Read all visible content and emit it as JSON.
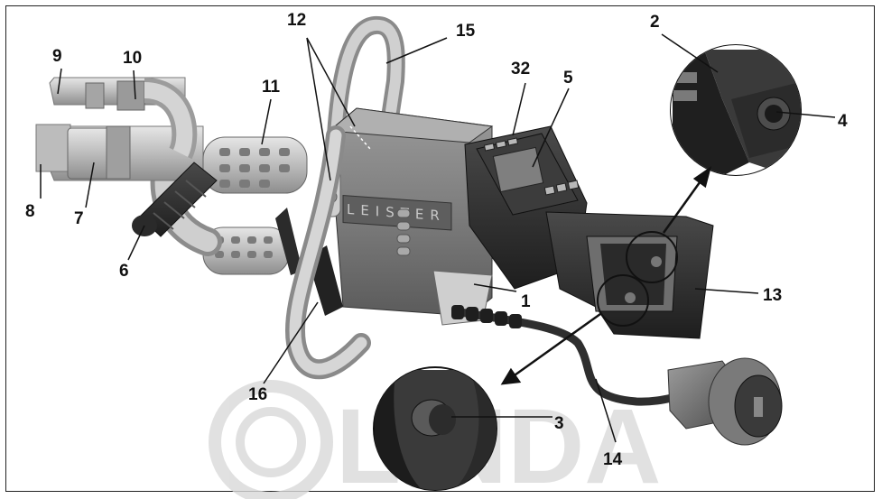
{
  "figure": {
    "callouts": [
      "1",
      "2",
      "3",
      "4",
      "5",
      "6",
      "7",
      "8",
      "9",
      "10",
      "11",
      "12",
      "13",
      "14",
      "15",
      "16",
      "32"
    ],
    "product_brand": "LEISTER",
    "watermark": "LINDA",
    "colors": {
      "frame": "#222222",
      "body_dark": "#3a3a3a",
      "body_mid": "#8a8a8a",
      "body_light": "#b8b8b8",
      "tube": "#c8c8c8",
      "watermark": "#d8d8d8"
    }
  }
}
